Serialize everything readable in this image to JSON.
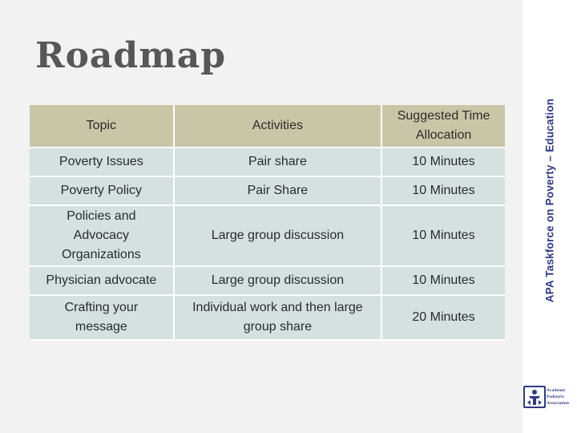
{
  "slide": {
    "title": "Roadmap",
    "sidebar_text": "APA Taskforce on Poverty – Education",
    "logo": {
      "line1": "Academic",
      "line2": "Pediatric",
      "line3": "Association"
    }
  },
  "table": {
    "headers": [
      "Topic",
      "Activities",
      "Suggested Time Allocation"
    ],
    "rows": [
      [
        "Poverty Issues",
        "Pair share",
        "10 Minutes"
      ],
      [
        "Poverty Policy",
        "Pair Share",
        "10 Minutes"
      ],
      [
        "Policies and Advocacy Organizations",
        "Large group discussion",
        "10 Minutes"
      ],
      [
        "Physician advocate",
        "Large group discussion",
        "10 Minutes"
      ],
      [
        "Crafting your message",
        "Individual work and then large group share",
        "20 Minutes"
      ]
    ]
  },
  "colors": {
    "header_bg": "#c9c6a7",
    "row_bg": "#d4e1df",
    "title_color": "#575757",
    "sidebar_text_color": "#2f3a86"
  }
}
